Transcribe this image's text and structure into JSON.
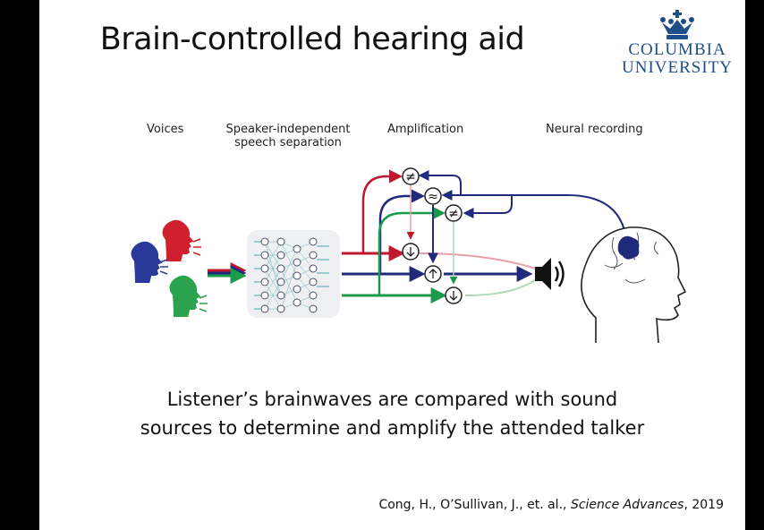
{
  "slide": {
    "title": "Brain-controlled hearing aid",
    "logo": {
      "line1": "COLUMBIA",
      "line2": "UNIVERSITY"
    },
    "columns": {
      "voices": "Voices",
      "separation_line1": "Speaker-independent",
      "separation_line2": "speech separation",
      "amplification": "Amplification",
      "neural": "Neural recording"
    },
    "caption": {
      "line1": "Listener’s brainwaves are compared with sound",
      "line2": "sources to determine and amplify the attended talker"
    },
    "citation": {
      "authors": "Cong, H., O’Sullivan, J., et. al., ",
      "journal": "Science Advances",
      "year": ", 2019"
    },
    "comparators": {
      "not_equal": "≠",
      "approx": "≈"
    },
    "colors": {
      "red": "#c0182f",
      "blue": "#1f2a7a",
      "green": "#1a9a4a",
      "logo": "#1d4e89"
    },
    "icons": [
      "crown-icon",
      "head-icon",
      "speaker-icon",
      "neural-network-icon",
      "brain-icon",
      "up-arrow-icon",
      "down-arrow-icon"
    ]
  }
}
